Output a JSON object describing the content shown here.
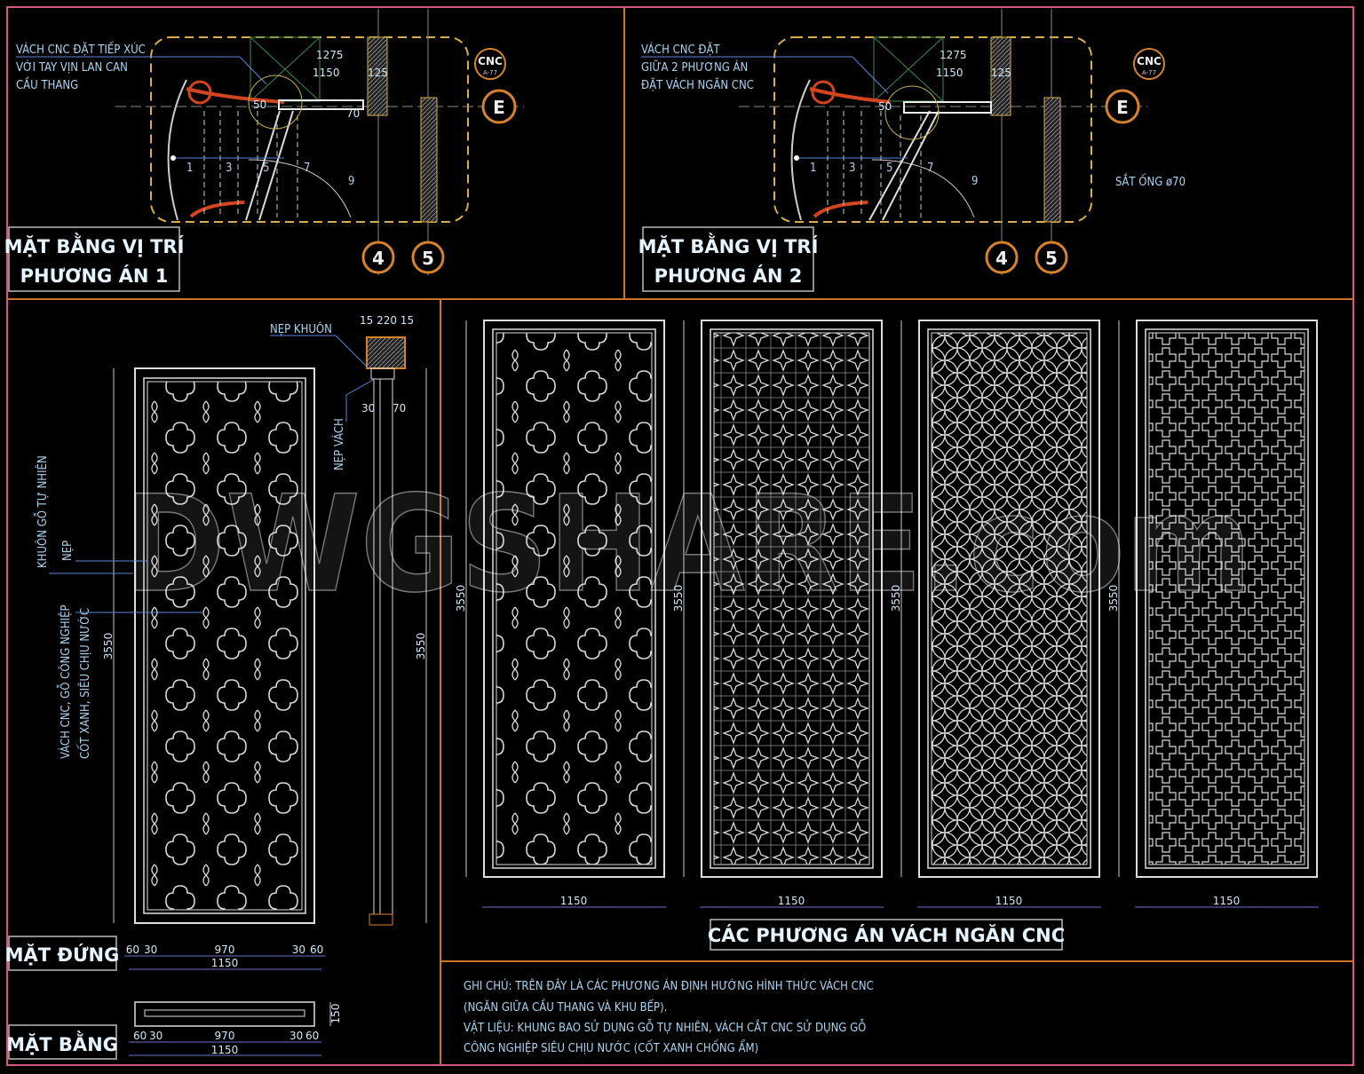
{
  "watermark": "DWGSHARE.com",
  "colors": {
    "frame": "#d9577f",
    "divider": "#c8742a",
    "text": "#a9d4f0",
    "pattern": "#d8d8d8",
    "handrail": "#d2451e",
    "dashed": "#d6b04a"
  },
  "plan1": {
    "title_line1": "MẶT BẰNG VỊ TRÍ",
    "title_line2": "PHƯƠNG ÁN 1",
    "note": [
      "VÁCH CNC ĐẶT TIẾP XÚC",
      "VỚI TAY VỊN LAN CAN",
      "CẦU THANG"
    ],
    "dims": {
      "d1275": "1275",
      "d1150": "1150",
      "d125": "125",
      "d50": "50",
      "d70": "70"
    },
    "steps": [
      "1",
      "3",
      "5",
      "7",
      "9"
    ],
    "tag": {
      "top": "CNC",
      "bottom": "A-77"
    },
    "axes": [
      "E",
      "4",
      "5"
    ]
  },
  "plan2": {
    "title_line1": "MẶT BẰNG VỊ TRÍ",
    "title_line2": "PHƯƠNG ÁN 2",
    "note": [
      "VÁCH CNC ĐẶT",
      "GIỮA 2 PHƯƠNG ÁN",
      "ĐẶT VÁCH NGĂN CNC"
    ],
    "dims": {
      "d1275": "1275",
      "d1150": "1150",
      "d125": "125",
      "d50": "50"
    },
    "steps": [
      "1",
      "3",
      "5",
      "7",
      "9"
    ],
    "tag": {
      "top": "CNC",
      "bottom": "A-77"
    },
    "axes": [
      "E",
      "4",
      "5"
    ],
    "pipe_note": "SẮT ỐNG ø70"
  },
  "elevation": {
    "title": "MẶT ĐỨNG",
    "labels": {
      "frame": "KHUÔN GỖ TỰ NHIÊN",
      "trim": "NẸP",
      "panel_line1": "VÁCH CNC, GỖ CÔNG NGHIỆP",
      "panel_line2": "CỐT XANH, SIÊU CHỊU NƯỚC",
      "frame_trim": "NẸP KHUÔN",
      "panel_trim": "NẸP VÁCH"
    },
    "height": "3550",
    "section_height": "3550",
    "section_dims": {
      "top": "15 220 15",
      "left": "30",
      "right": "70"
    },
    "dims_row": [
      "60",
      "30",
      "970",
      "30",
      "60"
    ],
    "total": "1150"
  },
  "plan_view": {
    "title": "MẶT BẰNG",
    "depth": "150",
    "dims_row": [
      "60",
      "30",
      "970",
      "30",
      "60"
    ],
    "total": "1150"
  },
  "options": {
    "title": "CÁC PHƯƠNG ÁN VÁCH NGĂN CNC",
    "panels": [
      {
        "height": "3550",
        "width": "1150",
        "pattern": "quatrefoil-grid"
      },
      {
        "height": "3550",
        "width": "1150",
        "pattern": "star-lattice"
      },
      {
        "height": "3550",
        "width": "1150",
        "pattern": "overlapping-circles"
      },
      {
        "height": "3550",
        "width": "1150",
        "pattern": "cross-lattice"
      }
    ]
  },
  "notes": [
    "GHI CHÚ: TRÊN ĐÂY LÀ CÁC PHƯƠNG ÁN ĐỊNH HƯỚNG HÌNH THỨC VÁCH CNC",
    "(NGĂN GIỮA CẦU THANG VÀ KHU BẾP).",
    "VẬT LIỆU: KHUNG BAO SỬ DỤNG GỖ TỰ NHIÊN, VÁCH CẮT CNC SỬ DỤNG GỖ",
    "CÔNG NGHIỆP SIÊU CHỊU NƯỚC (CỐT XANH CHỐNG ẨM)"
  ]
}
